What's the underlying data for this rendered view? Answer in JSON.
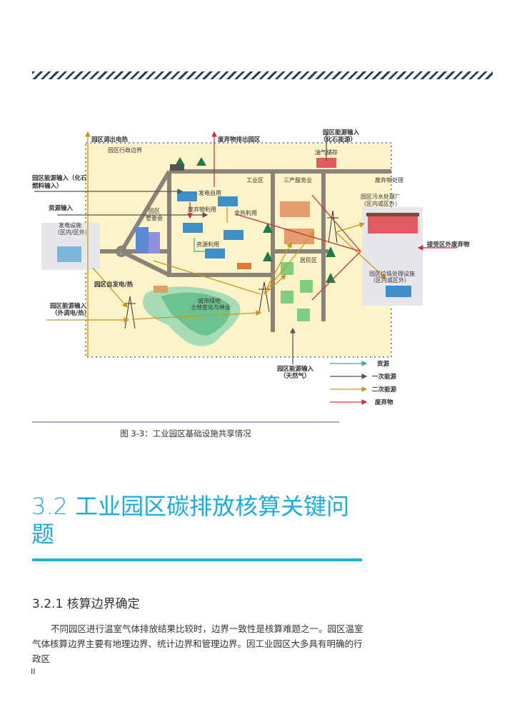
{
  "figure": {
    "labels": {
      "export_power_heat": "园区调出电热",
      "waste_out": "废弃物排出园区",
      "admin_boundary": "园区行政边界",
      "energy_input_fossil_fuel_1": "园区能源输入（化石",
      "energy_input_fossil_fuel_2": "燃料输入）",
      "resource_input": "资源输入",
      "power_facility_1": "发电设施",
      "power_facility_2": "（区内/区外）",
      "committee_1": "园区",
      "committee_2": "管委会",
      "self_use_power": "发电自用",
      "waste_utilization": "废弃物利用",
      "waste_heat_utilization": "余热利用",
      "resource_utilization": "资源利用",
      "industrial_zone": "工业区",
      "tertiary_services": "三产服务业",
      "waste_treatment": "废弃物处理",
      "sewage_plant_1": "园区污水处理厂",
      "sewage_plant_2": "（区内或区外）",
      "external_waste": "接受区外废弃物",
      "energy_input_fossil_1": "园区能源输入",
      "energy_input_fossil_2": "（化石能源）",
      "oil_gas_storage": "油气储存",
      "residential": "居民区",
      "self_generated": "园区自发电/热",
      "green_1": "城市绿地",
      "green_2": "土地变化与林业",
      "energy_input_grid_1": "园区能源输入",
      "energy_input_grid_2": "（外调电/热）",
      "garbage_facility_1": "园区垃圾处理设施",
      "garbage_facility_2": "（区内或区外）",
      "energy_input_gas_1": "园区能源输入",
      "energy_input_gas_2": "（天然气）"
    },
    "legend": [
      {
        "label": "资源",
        "color": "#3cb371"
      },
      {
        "label": "一次能源",
        "color": "#555555"
      },
      {
        "label": "二次能源",
        "color": "#c9961e"
      },
      {
        "label": "废弃物",
        "color": "#d9363e"
      }
    ],
    "caption": "图 3-3：工业园区基础设施共享情况"
  },
  "section": {
    "heading": "3.2 工业园区碳排放核算关键问题",
    "subheading": "3.2.1 核算边界确定",
    "paragraph": "不同园区进行温室气体排放结果比较时，边界一致性是核算难题之一。园区温室气体核算边界主要有地理边界、统计边界和管理边界。因工业园区大多具有明确的行政区"
  },
  "page_number": "II"
}
